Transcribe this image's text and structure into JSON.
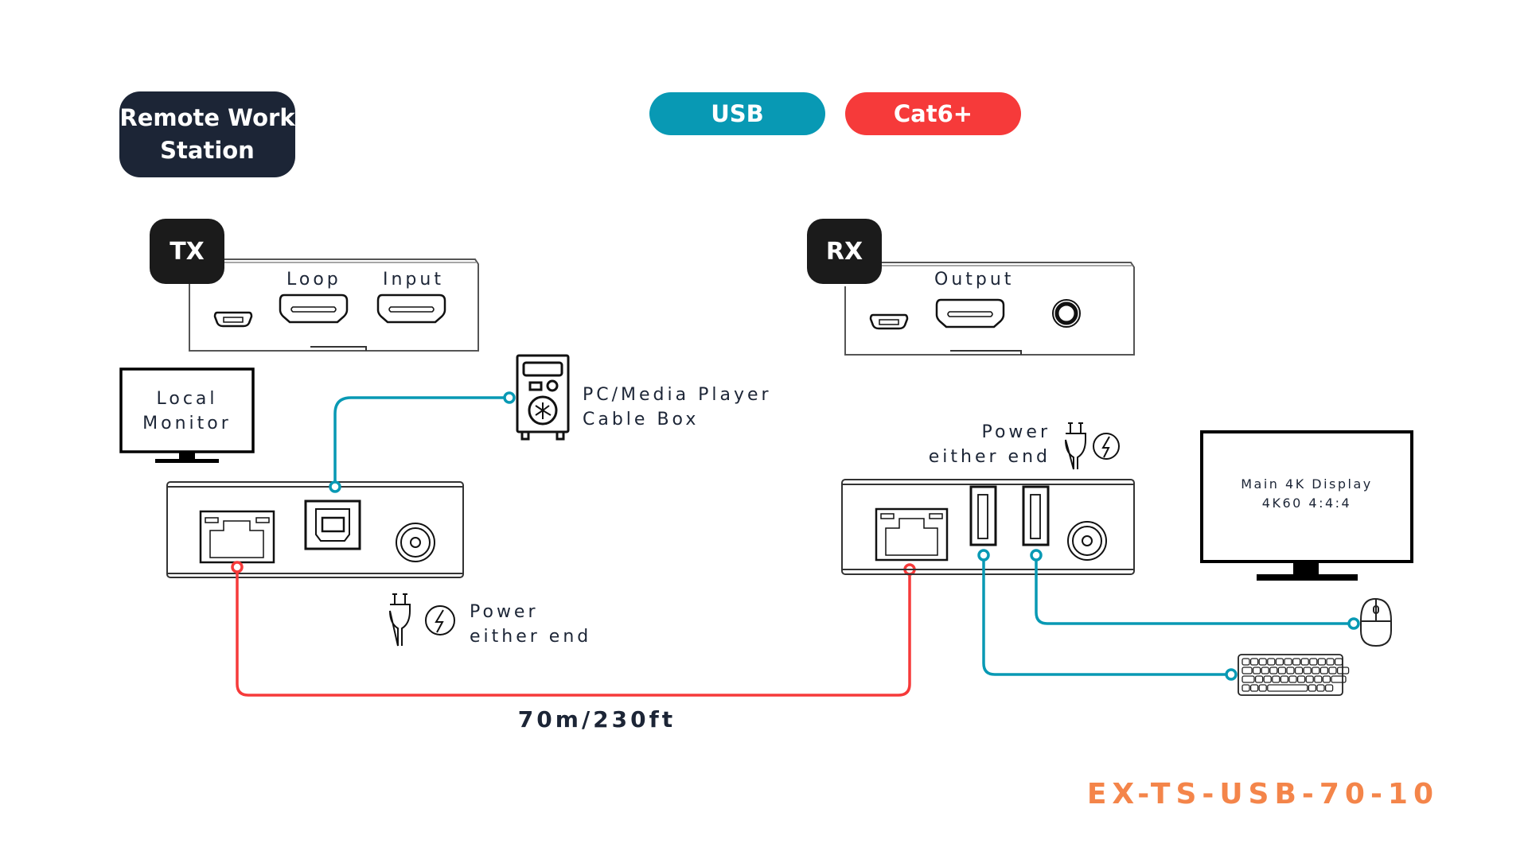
{
  "title": {
    "line1": "Remote Work",
    "line2": "Station"
  },
  "legend": {
    "usb": {
      "label": "USB",
      "color": "#0899b4"
    },
    "cat6": {
      "label": "Cat6+",
      "color": "#f63a3a"
    }
  },
  "transmitter": {
    "badge": "TX",
    "ports_top": {
      "loop_label": "Loop",
      "input_label": "Input"
    },
    "power_label_line1": "Power",
    "power_label_line2": "either end"
  },
  "receiver": {
    "badge": "RX",
    "ports_top": {
      "output_label": "Output"
    },
    "power_label_line1": "Power",
    "power_label_line2": "either end"
  },
  "devices": {
    "local_monitor": {
      "line1": "Local",
      "line2": "Monitor"
    },
    "source": {
      "line1": "PC/Media Player",
      "line2": "Cable Box"
    },
    "main_display": {
      "line1": "Main 4K Display",
      "line2": "4K60 4:4:4"
    },
    "mouse": "mouse-icon",
    "keyboard": "keyboard-icon"
  },
  "cable": {
    "distance": "70m/230ft"
  },
  "model_number": "EX-TS-USB-70-10",
  "colors": {
    "usb_line": "#0899b4",
    "cat_line": "#f63a3a",
    "dark": "#1c2536",
    "model": "#f4854a"
  }
}
